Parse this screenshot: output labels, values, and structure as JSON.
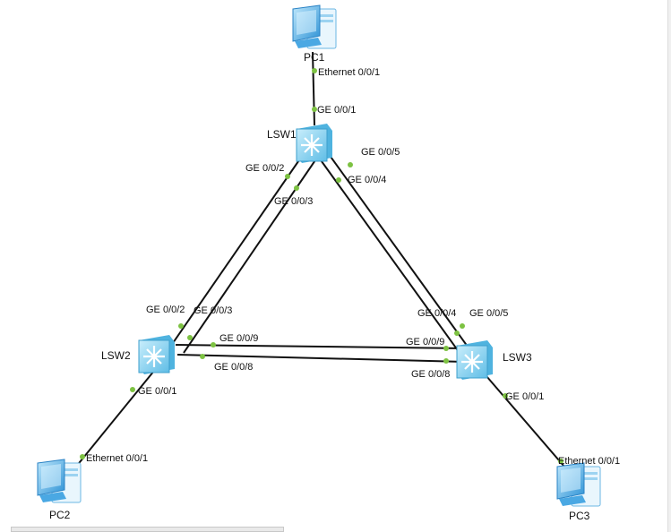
{
  "colors": {
    "link": "#111111",
    "port_dot": "#7dc242",
    "switch_face": "#8fd3f0",
    "pc_blue": "#3aa0e0"
  },
  "devices": {
    "pc1": {
      "label": "PC1",
      "icon": "pc-icon"
    },
    "pc2": {
      "label": "PC2",
      "icon": "pc-icon"
    },
    "pc3": {
      "label": "PC3",
      "icon": "pc-icon"
    },
    "lsw1": {
      "label": "LSW1",
      "icon": "switch-icon"
    },
    "lsw2": {
      "label": "LSW2",
      "icon": "switch-icon"
    },
    "lsw3": {
      "label": "LSW3",
      "icon": "switch-icon"
    }
  },
  "ports": {
    "pc1_eth": "Ethernet 0/0/1",
    "lsw1_ge1": "GE 0/0/1",
    "lsw1_ge2": "GE 0/0/2",
    "lsw1_ge3": "GE 0/0/3",
    "lsw1_ge4": "GE 0/0/4",
    "lsw1_ge5": "GE 0/0/5",
    "lsw2_ge2": "GE 0/0/2",
    "lsw2_ge3": "GE 0/0/3",
    "lsw2_ge9": "GE 0/0/9",
    "lsw2_ge8": "GE 0/0/8",
    "lsw2_ge1": "GE 0/0/1",
    "lsw3_ge4": "GE 0/0/4",
    "lsw3_ge5": "GE 0/0/5",
    "lsw3_ge9": "GE 0/0/9",
    "lsw3_ge8": "GE 0/0/8",
    "lsw3_ge1": "GE 0/0/1",
    "pc2_eth": "Ethernet 0/0/1",
    "pc3_eth": "Ethernet 0/0/1"
  }
}
